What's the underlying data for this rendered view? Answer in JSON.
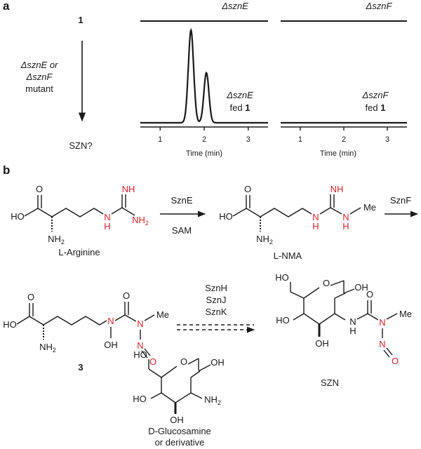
{
  "panel_a": {
    "label": "a",
    "compound_label": "1",
    "mutant_line1": "ΔsznE or",
    "mutant_line2": "ΔsznF",
    "mutant_line3": "mutant",
    "product": "SZN?",
    "left_title": "ΔsznE",
    "right_title": "ΔsznF",
    "left_trace_label": "ΔsznE",
    "right_trace_label": "ΔsznF",
    "fed_text": "fed ",
    "fed_compound": "1",
    "x_label": "Time (min)",
    "x_ticks": [
      "1",
      "2",
      "3"
    ]
  },
  "panel_b": {
    "label": "b",
    "enzyme_E": "SznE",
    "cofactor": "SAM",
    "enzyme_F": "SznF",
    "enzyme_H": "SznH",
    "enzyme_J": "SznJ",
    "enzyme_K": "SznK",
    "arginine_name": "L-Arginine",
    "nma_name": "L-NMA",
    "compound3_name": "3",
    "szn_name": "SZN",
    "glucosamine_line1": "D-Glucosamine",
    "glucosamine_line2": "or derivative"
  },
  "atoms": {
    "HO": "HO",
    "O": "O",
    "OH": "OH",
    "N": "N",
    "H": "H",
    "NH": "NH",
    "NH2": "NH",
    "sub2": "2",
    "Me": "Me"
  },
  "colors": {
    "heteroatom": "#d8232a",
    "ink": "#1a1a1a"
  },
  "chart_data": {
    "type": "line",
    "xlabel": "Time (min)",
    "x_ticks": [
      1,
      2,
      3
    ],
    "xlim": [
      0.55,
      3.45
    ],
    "traces": [
      {
        "name": "ΔsznE",
        "condition": "fed 1",
        "peaks": [
          {
            "x": 1.7,
            "height": 1.0,
            "width": 0.085
          },
          {
            "x": 2.05,
            "height": 0.54,
            "width": 0.08
          }
        ]
      },
      {
        "name": "ΔsznF",
        "condition": "fed 1",
        "peaks": []
      }
    ]
  }
}
